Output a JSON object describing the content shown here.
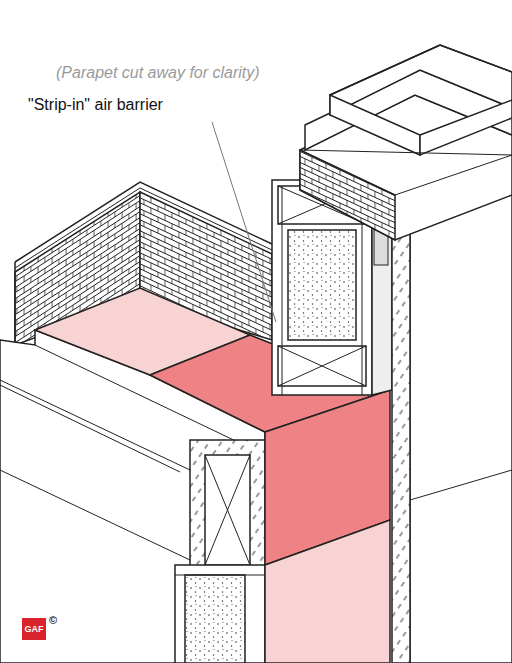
{
  "diagram": {
    "labels": [
      "(Parapet cut away for clarity)",
      "\"Strip-in\" air barrier",
      "GAF",
      "©"
    ]
  }
}
